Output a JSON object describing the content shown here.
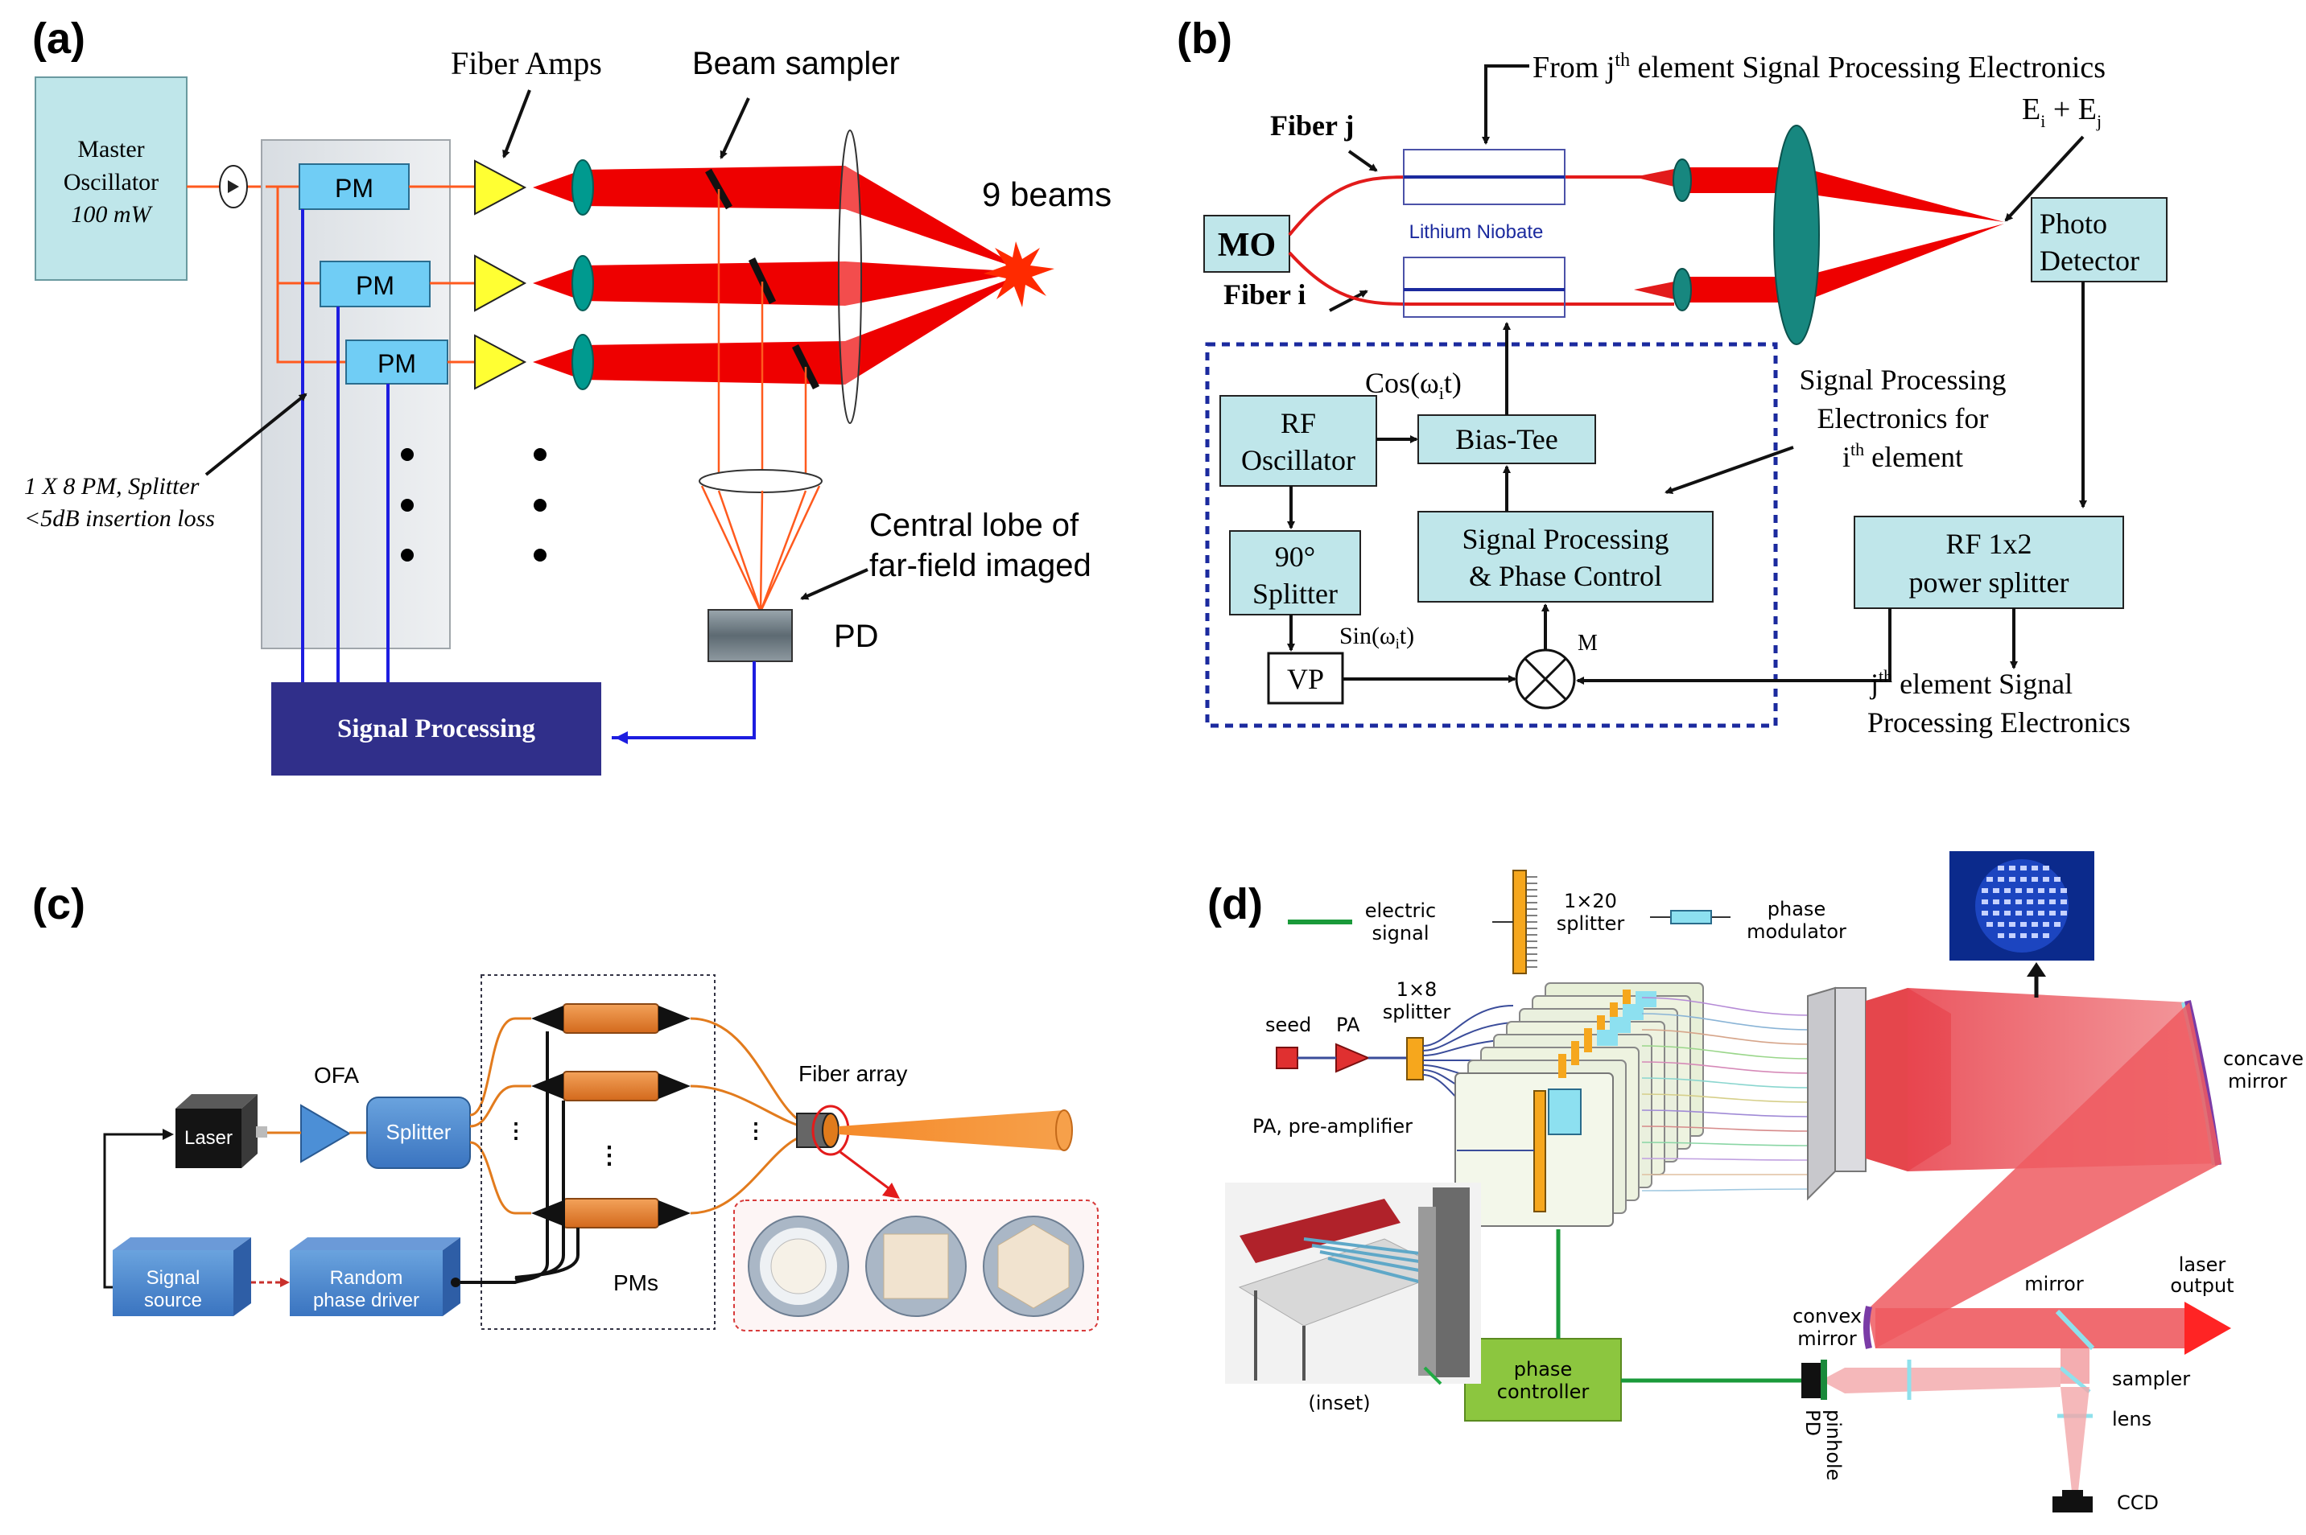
{
  "panel_a": {
    "label": "(a)",
    "master_oscillator": [
      "Master",
      "Oscillator",
      "100 mW"
    ],
    "pm_label": "PM",
    "fiber_amps": "Fiber Amps",
    "beam_sampler": "Beam sampler",
    "nine_beams": "9 beams",
    "splitter": [
      "1 X 8 PM, Splitter",
      "<5dB insertion loss"
    ],
    "central_lobe": [
      "Central lobe of",
      "far-field imaged"
    ],
    "pd": "PD",
    "signal_processing": "Signal Processing",
    "colors": {
      "beam": "#ee0000",
      "fiber": "#ff5a1e",
      "pm": "#70cdf5",
      "signal_box": "#302f8a",
      "wire": "#1d1de0"
    }
  },
  "panel_b": {
    "label": "(b)",
    "from_jth": "From jth element Signal Processing Electronics",
    "from_jth_parts": [
      "From j",
      "th",
      " element Signal Processing Electronics"
    ],
    "ei_ej": [
      "E",
      "i",
      " + E",
      "j"
    ],
    "fiber_j": "Fiber j",
    "fiber_i": "Fiber i",
    "mo": "MO",
    "lithium_niobate": "Lithium Niobate",
    "photo_detector": [
      "Photo",
      "Detector"
    ],
    "cos": [
      "Cos(ω",
      "i",
      "t)"
    ],
    "sin": [
      "Sin(ω",
      "i",
      "t)"
    ],
    "rf_oscillator": [
      "RF",
      "Oscillator"
    ],
    "bias_tee": "Bias-Tee",
    "splitter_90": [
      "90°",
      "Splitter"
    ],
    "spc": [
      "Signal Processing",
      "& Phase Control"
    ],
    "spe_for_ith": [
      "Signal Processing",
      "Electronics for",
      "i",
      "th",
      " element"
    ],
    "rf_splitter": [
      "RF 1x2",
      "power splitter"
    ],
    "vp": "VP",
    "m": "M",
    "jth_elem": [
      "j",
      "th",
      " element Signal",
      "Processing Electronics"
    ]
  },
  "panel_c": {
    "label": "(c)",
    "ofa": "OFA",
    "laser": "Laser",
    "splitter": "Splitter",
    "signal_source": [
      "Signal",
      "source"
    ],
    "random_phase_driver": [
      "Random",
      "phase driver"
    ],
    "pms": "PMs",
    "fiber_array": "Fiber array"
  },
  "panel_d": {
    "label": "(d)",
    "legend": {
      "electric_signal": [
        "electric",
        "signal"
      ],
      "splitter_1x20": [
        "1×20",
        "splitter"
      ],
      "phase_modulator": [
        "phase",
        "modulator"
      ]
    },
    "seed": "seed",
    "pa": "PA",
    "splitter_1x8": [
      "1×8",
      "splitter"
    ],
    "pa_note": "PA, pre-amplifier",
    "inset": "(inset)",
    "phase_controller": [
      "phase",
      "controller"
    ],
    "concave_mirror": [
      "concave",
      "mirror"
    ],
    "convex_mirror": [
      "convex",
      "mirror"
    ],
    "mirror": "mirror",
    "laser_output": [
      "laser",
      "output"
    ],
    "sampler": "sampler",
    "lens": "lens",
    "ccd": "CCD",
    "pd": "PD",
    "pinhole": "pinhole"
  }
}
